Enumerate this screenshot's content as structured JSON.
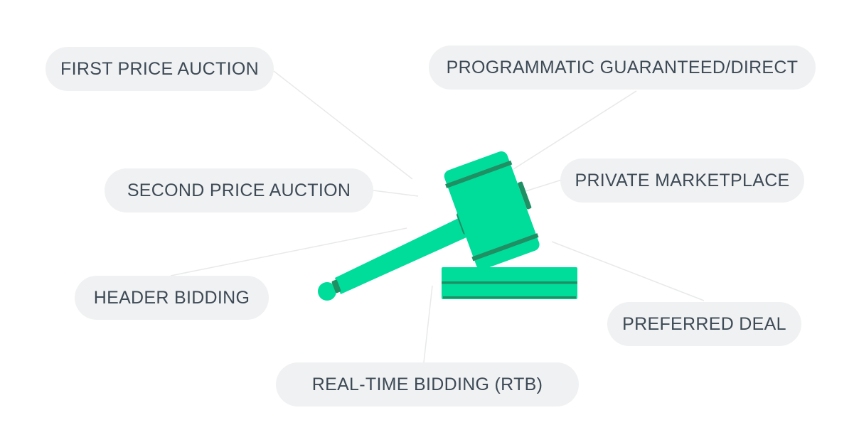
{
  "labels": {
    "first_price_auction": "FIRST PRICE AUCTION",
    "programmatic_guaranteed": "PROGRAMMATIC GUARANTEED/DIRECT",
    "second_price_auction": "SECOND PRICE AUCTION",
    "private_marketplace": "PRIVATE MARKETPLACE",
    "header_bidding": "HEADER BIDDING",
    "preferred_deal": "PREFERRED DEAL",
    "real_time_bidding": "REAL-TIME BIDDING (RTB)"
  },
  "icon": "gavel-icon",
  "colors": {
    "gavel_primary": "#00dc9a",
    "gavel_dark": "#0e9d6d",
    "gavel_outline": "#1f8f64",
    "pill_background": "#f0f1f2",
    "pill_text": "#3d4a56",
    "connector": "#e8e9ea"
  }
}
